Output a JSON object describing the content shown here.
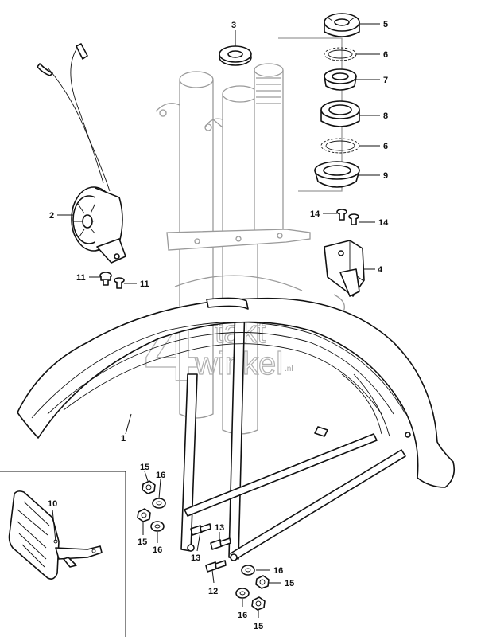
{
  "diagram": {
    "callouts": {
      "p1": "1",
      "p2": "2",
      "p3": "3",
      "p4": "4",
      "p5": "5",
      "p6a": "6",
      "p6b": "6",
      "p7": "7",
      "p8": "8",
      "p9": "9",
      "p10": "10",
      "p11a": "11",
      "p11b": "11",
      "p12": "12",
      "p13a": "13",
      "p13b": "13",
      "p14a": "14",
      "p14b": "14",
      "p15a": "15",
      "p15b": "15",
      "p15c": "15",
      "p15d": "15",
      "p16a": "16",
      "p16b": "16",
      "p16c": "16",
      "p16d": "16"
    },
    "watermark": {
      "digit": "4",
      "line1": "takt",
      "line2": "winkel",
      "suffix": ".nl"
    }
  }
}
